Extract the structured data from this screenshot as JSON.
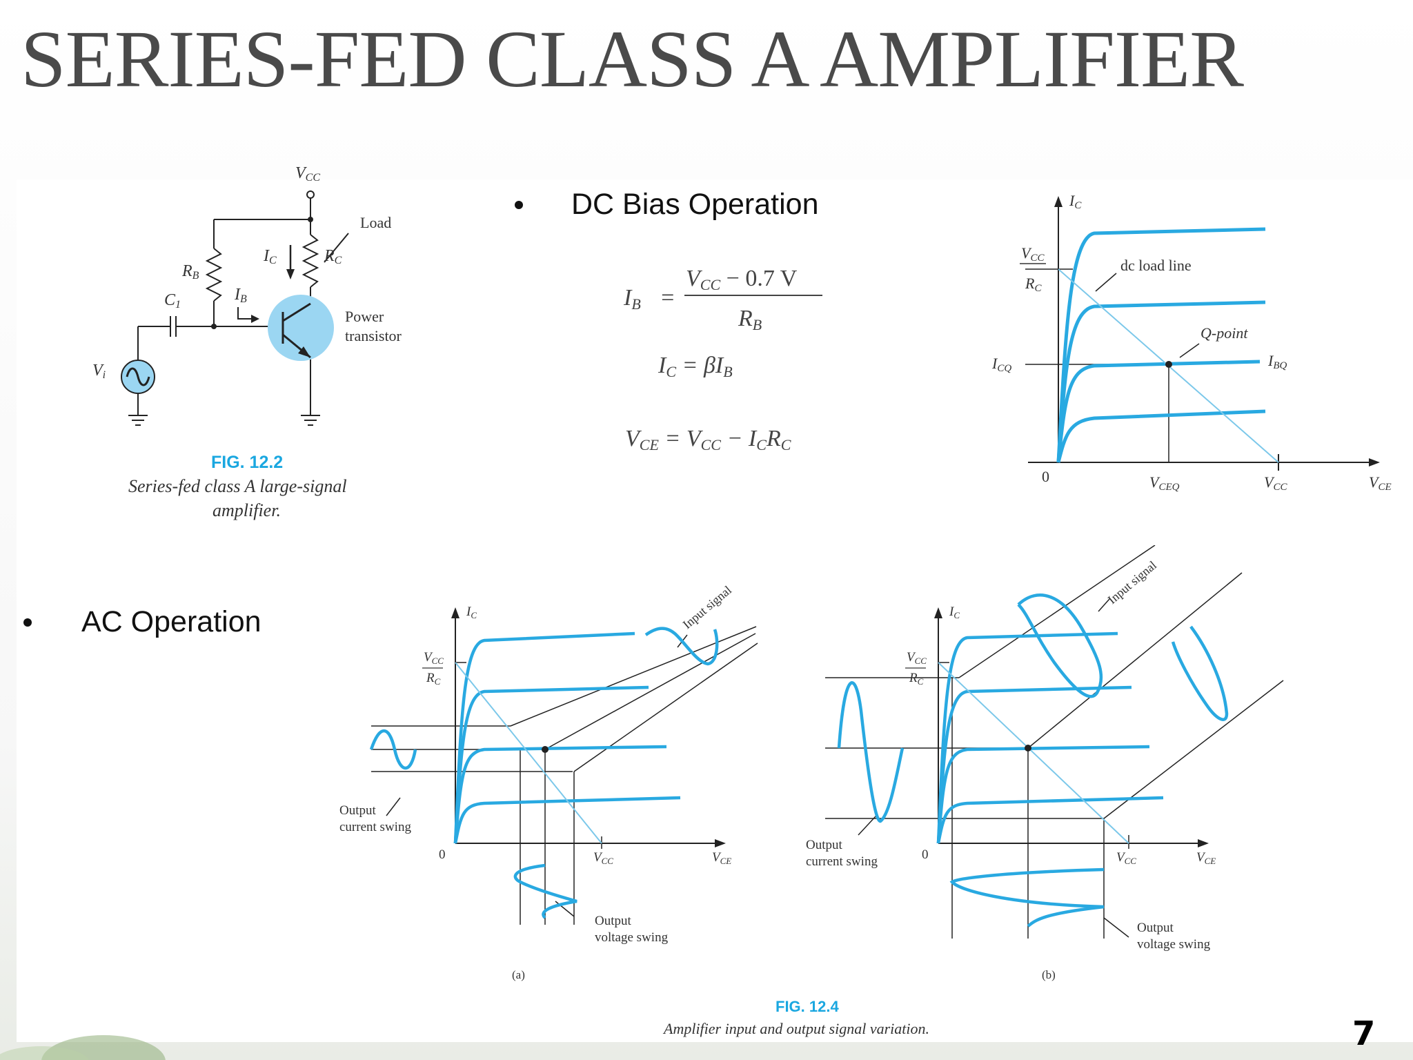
{
  "slide": {
    "title": "SERIES-FED CLASS A AMPLIFIER",
    "page_number": "7",
    "accent_color": "#29a9e1"
  },
  "bullets": {
    "dc": "DC Bias Operation",
    "ac": "AC Operation"
  },
  "equations": {
    "ib_lhs": "I",
    "ib_lhs_sub": "B",
    "ib_num": "V",
    "ib_num_sub": "CC",
    "ib_num_rest": " − 0.7 V",
    "ib_den": "R",
    "ib_den_sub": "B",
    "ic_lhs": "I",
    "ic_lhs_sub": "C",
    "ic_rhs": " = βI",
    "ic_rhs_sub": "B",
    "vce_lhs": "V",
    "vce_lhs_sub": "CE",
    "vce_rhs1": " = V",
    "vce_rhs1_sub": "CC",
    "vce_rhs2": " − I",
    "vce_rhs2_sub": "C",
    "vce_rhs3": "R",
    "vce_rhs3_sub": "C"
  },
  "fig122": {
    "label": "FIG. 12.2",
    "caption_line1": "Series-fed class A large-signal",
    "caption_line2": "amplifier.",
    "vcc": "V",
    "vcc_sub": "CC",
    "load": "Load",
    "rb": "R",
    "rb_sub": "B",
    "rc": "R",
    "rc_sub": "C",
    "ic": "I",
    "ic_sub": "C",
    "ib": "I",
    "ib_sub": "B",
    "c1": "C",
    "c1_sub": "1",
    "vi": "V",
    "vi_sub": "i",
    "power_line1": "Power",
    "power_line2": "transistor"
  },
  "dc_graph": {
    "ic": "I",
    "ic_sub": "C",
    "vcc_over_rc_num": "V",
    "vcc_over_rc_num_sub": "CC",
    "vcc_over_rc_den": "R",
    "vcc_over_rc_den_sub": "C",
    "dc_load_line": "dc load line",
    "q_point": "Q-point",
    "icq": "I",
    "icq_sub": "CQ",
    "ibq": "I",
    "ibq_sub": "BQ",
    "zero": "0",
    "vceq": "V",
    "vceq_sub": "CEQ",
    "vcc": "V",
    "vcc_sub": "CC",
    "vce": "V",
    "vce_sub": "CE"
  },
  "fig124": {
    "label": "FIG. 12.4",
    "caption": "Amplifier input and output signal variation.",
    "a": {
      "sub_label": "(a)",
      "ic": "I",
      "ic_sub": "C",
      "vcc_num": "V",
      "vcc_num_sub": "CC",
      "rc_den": "R",
      "rc_den_sub": "C",
      "input_signal": "Input signal",
      "out_current_1": "Output",
      "out_current_2": "current swing",
      "zero": "0",
      "vcc": "V",
      "vcc_sub": "CC",
      "vce": "V",
      "vce_sub": "CE",
      "out_voltage_1": "Output",
      "out_voltage_2": "voltage swing"
    },
    "b": {
      "sub_label": "(b)",
      "ic": "I",
      "ic_sub": "C",
      "vcc_num": "V",
      "vcc_num_sub": "CC",
      "rc_den": "R",
      "rc_den_sub": "C",
      "input_signal": "Input signal",
      "out_current_1": "Output",
      "out_current_2": "current swing",
      "zero": "0",
      "vcc": "V",
      "vcc_sub": "CC",
      "vce": "V",
      "vce_sub": "CE",
      "out_voltage_1": "Output",
      "out_voltage_2": "voltage swing"
    }
  }
}
